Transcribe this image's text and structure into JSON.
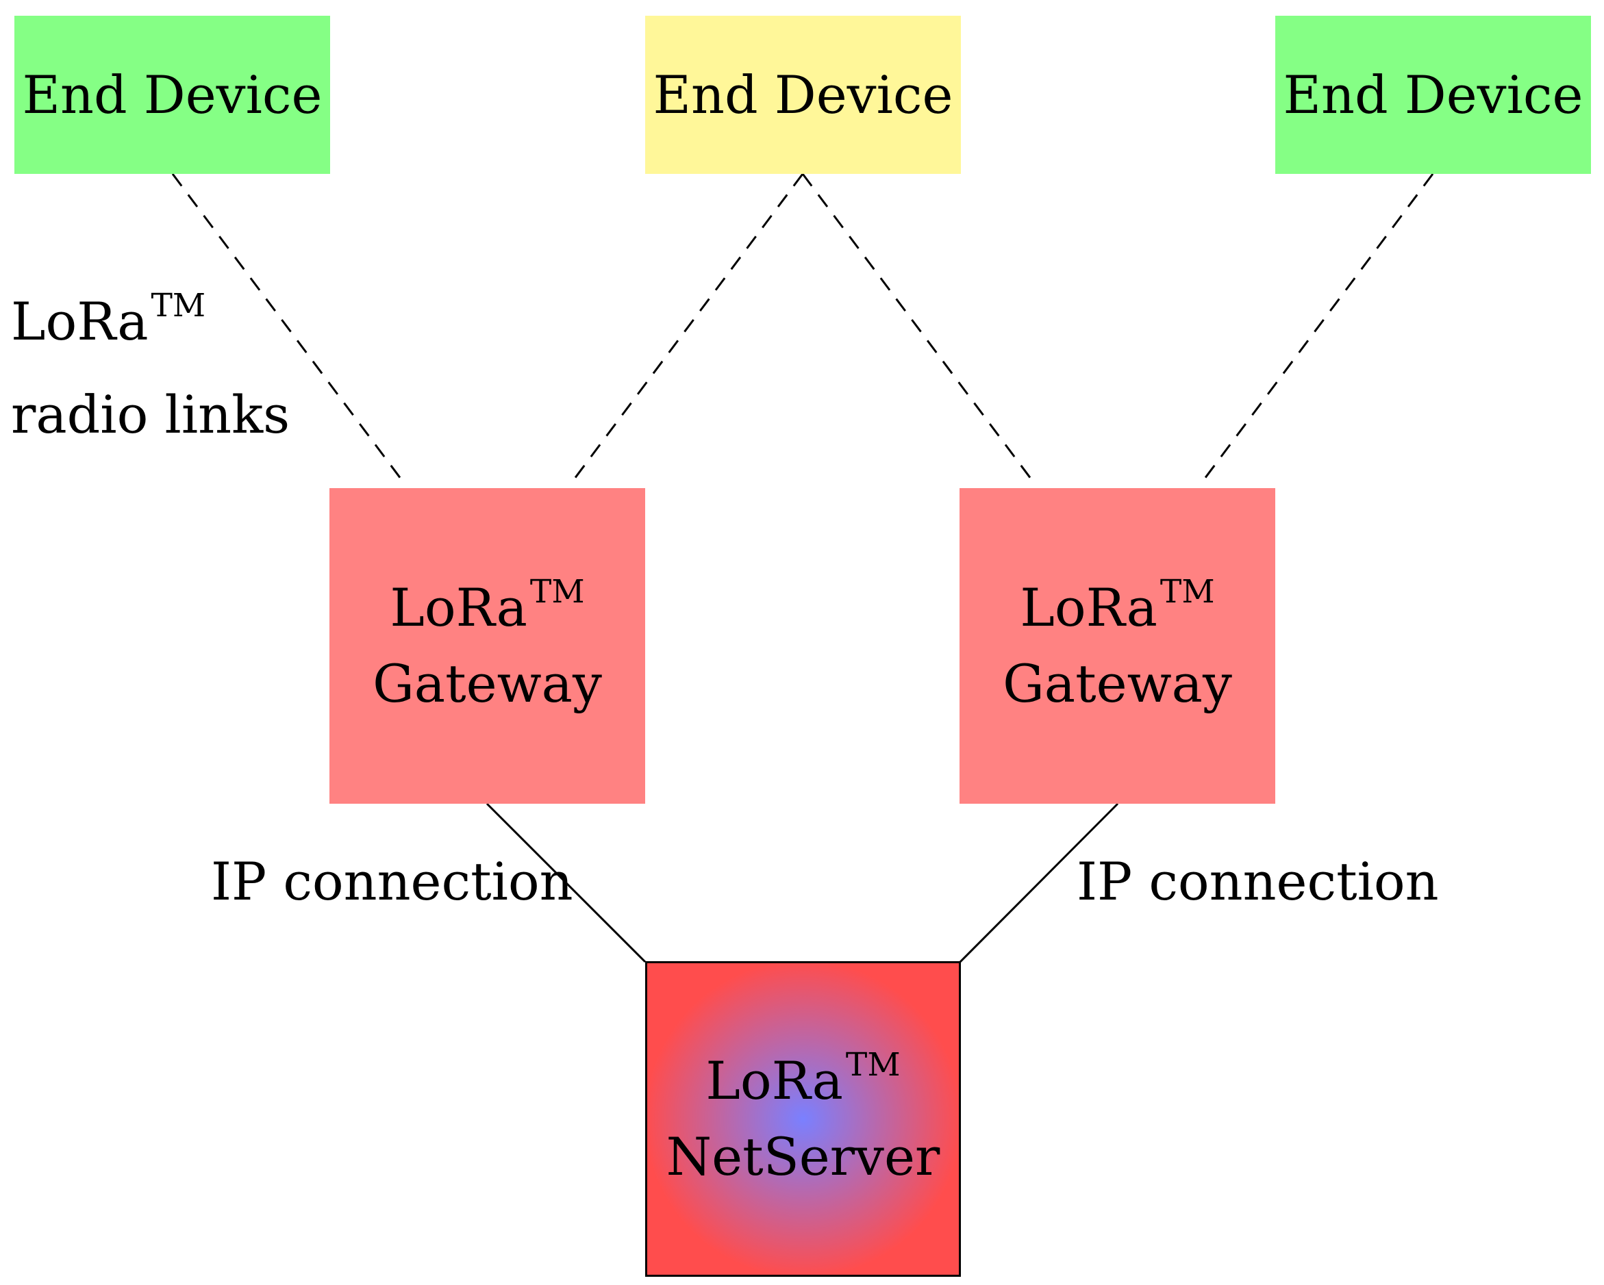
{
  "colors": {
    "end_device_green": "#85ff85",
    "end_device_yellow": "#fff799",
    "gateway": "#ff8282",
    "netserver_edge": "#ff4d4d",
    "netserver_center": "#7a80ff",
    "line": "#000000"
  },
  "end_devices": [
    {
      "label": "End Device",
      "color": "#85ff85"
    },
    {
      "label": "End Device",
      "color": "#fff799"
    },
    {
      "label": "End Device",
      "color": "#85ff85"
    }
  ],
  "gateways": [
    {
      "brand": "LoRa",
      "trademark": "TM",
      "label": "Gateway"
    },
    {
      "brand": "LoRa",
      "trademark": "TM",
      "label": "Gateway"
    }
  ],
  "netserver": {
    "brand": "LoRa",
    "trademark": "TM",
    "label": "NetServer"
  },
  "radio_links_label": {
    "brand": "LoRa",
    "trademark": "TM",
    "text": "radio links"
  },
  "ip_labels": [
    "IP connection",
    "IP connection"
  ],
  "links": [
    {
      "from": "End Device 1",
      "to": "Gateway 1",
      "kind": "radio",
      "style": "dashed"
    },
    {
      "from": "End Device 2",
      "to": "Gateway 1",
      "kind": "radio",
      "style": "dashed"
    },
    {
      "from": "End Device 2",
      "to": "Gateway 2",
      "kind": "radio",
      "style": "dashed"
    },
    {
      "from": "End Device 3",
      "to": "Gateway 2",
      "kind": "radio",
      "style": "dashed"
    },
    {
      "from": "Gateway 1",
      "to": "NetServer",
      "kind": "ip",
      "style": "solid"
    },
    {
      "from": "Gateway 2",
      "to": "NetServer",
      "kind": "ip",
      "style": "solid"
    }
  ]
}
